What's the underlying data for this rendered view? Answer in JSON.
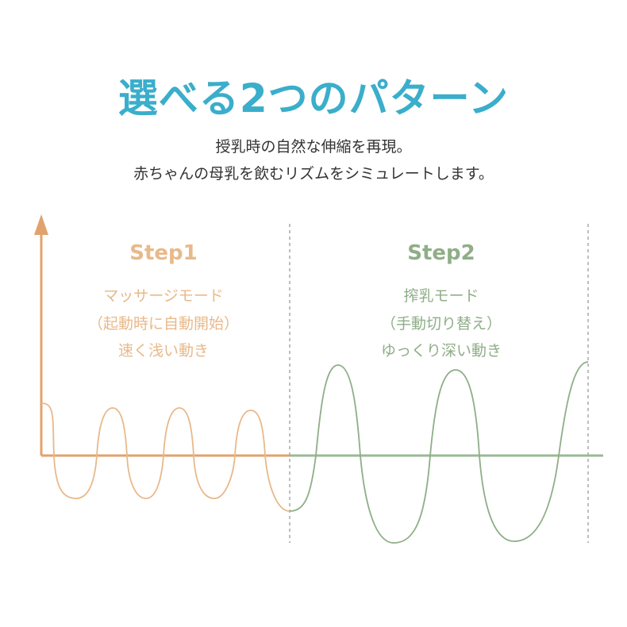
{
  "header": {
    "title": "選べる2つのパターン",
    "description": [
      "授乳時の自然な伸縮を再現。",
      "赤ちゃんの母乳を飲むリズムをシミュレートします。"
    ]
  },
  "colors": {
    "title": "#3aaecb",
    "step1": "#e8b98a",
    "step1_axis": "#e1a36c",
    "step2": "#8fae88",
    "step2_axis": "#9ab995",
    "divider": "#a8a8a8"
  },
  "steps": [
    {
      "label": "Step1",
      "lines": [
        "マッサージモード",
        "（起動時に自動開始）",
        "速く浅い動き"
      ]
    },
    {
      "label": "Step2",
      "lines": [
        "搾乳モード",
        "（手動切り替え）",
        "ゆっくり深い動き"
      ]
    }
  ]
}
